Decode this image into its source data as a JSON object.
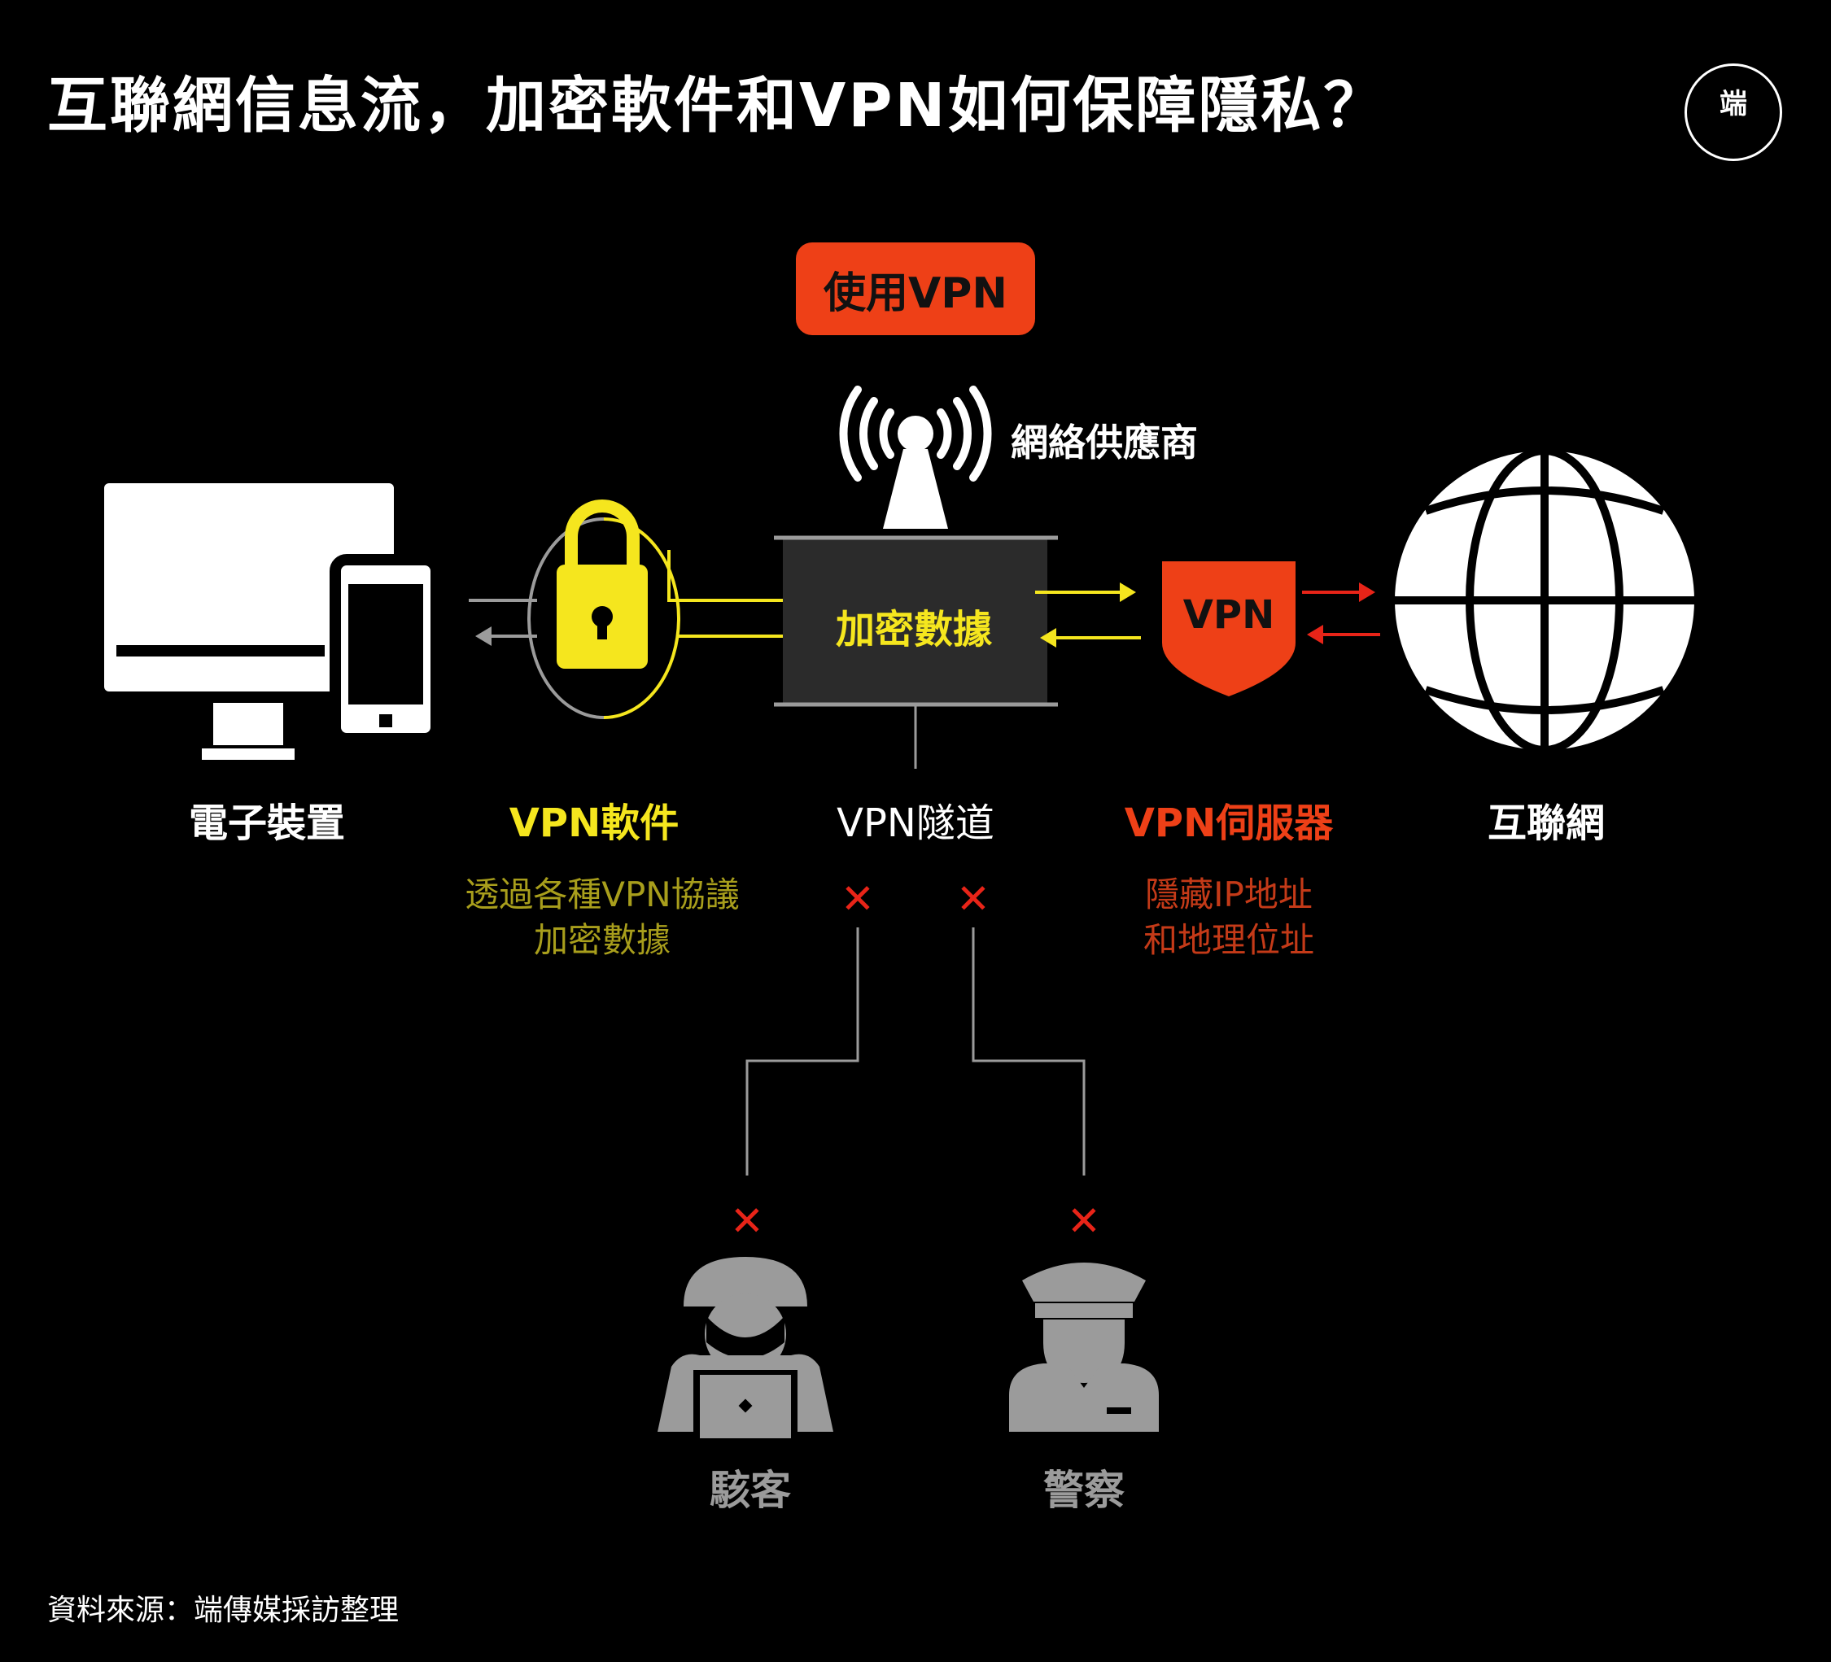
{
  "title": "互聯網信息流，加密軟件和VPN如何保障隱私？",
  "logo": "端",
  "badge": "使用VPN",
  "isp_label": "網絡供應商",
  "center_box": "加密數據",
  "vpn_shield": "VPN",
  "nodes": {
    "device": "電子裝置",
    "software": "VPN軟件",
    "tunnel": "VPN隧道",
    "server": "VPN伺服器",
    "internet": "互聯網"
  },
  "software_desc": [
    "透過各種VPN協議",
    "加密數據"
  ],
  "server_desc": [
    "隱藏IP地址",
    "和地理位址"
  ],
  "blocked_mark": "✕",
  "actors": {
    "hacker": "駭客",
    "police": "警察"
  },
  "source": "資料來源：端傳媒採訪整理",
  "colors": {
    "background": "#000000",
    "yellow": "#f5e61e",
    "orange": "#ee4017",
    "red": "#e82418",
    "gray": "#9b9b9b",
    "olive_text": "#a89e1c",
    "rust_text": "#c43a18"
  },
  "icons": [
    "computer-monitor-icon",
    "mobile-phone-icon",
    "padlock-icon",
    "broadcast-tower-icon",
    "shield-icon",
    "globe-icon",
    "hacker-icon",
    "police-officer-icon"
  ]
}
